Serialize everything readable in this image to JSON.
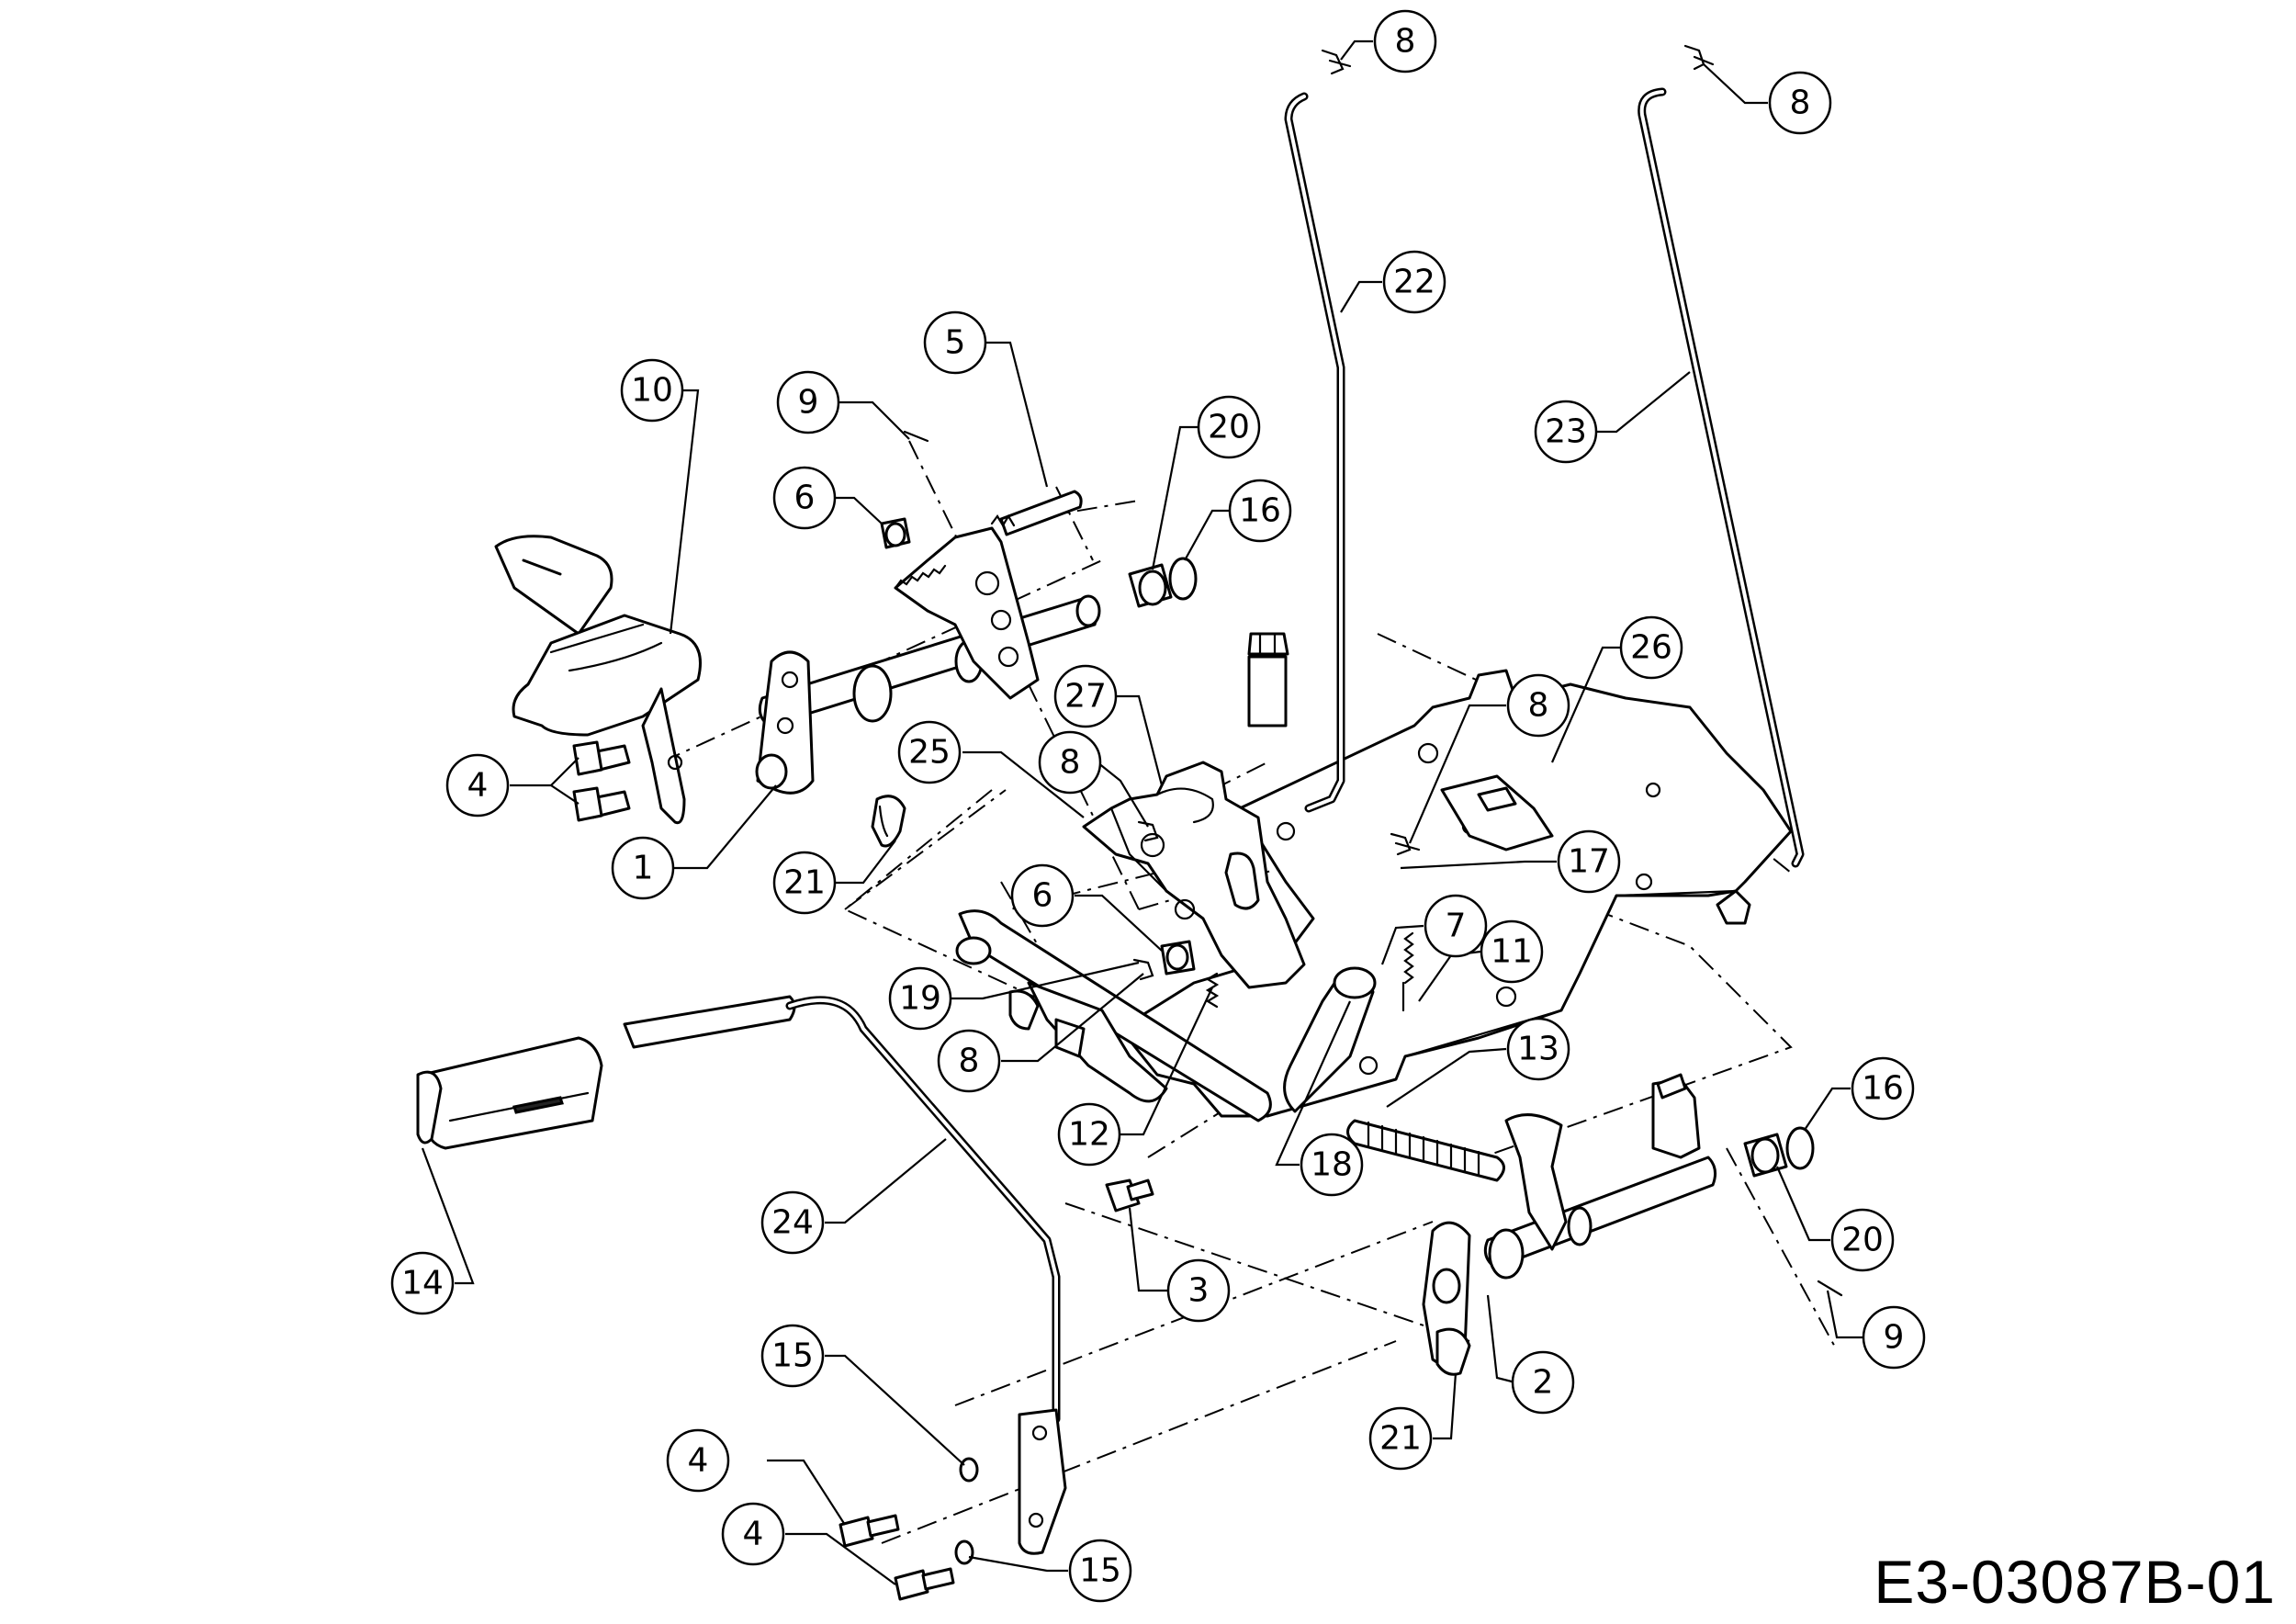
{
  "drawing_code": "E3-03087B-01",
  "callouts": [
    {
      "label": "1"
    },
    {
      "label": "2"
    },
    {
      "label": "3"
    },
    {
      "label": "4"
    },
    {
      "label": "4"
    },
    {
      "label": "4"
    },
    {
      "label": "5"
    },
    {
      "label": "6"
    },
    {
      "label": "6"
    },
    {
      "label": "7"
    },
    {
      "label": "8"
    },
    {
      "label": "8"
    },
    {
      "label": "8"
    },
    {
      "label": "8"
    },
    {
      "label": "8"
    },
    {
      "label": "9"
    },
    {
      "label": "9"
    },
    {
      "label": "10"
    },
    {
      "label": "11"
    },
    {
      "label": "12"
    },
    {
      "label": "13"
    },
    {
      "label": "14"
    },
    {
      "label": "15"
    },
    {
      "label": "15"
    },
    {
      "label": "16"
    },
    {
      "label": "16"
    },
    {
      "label": "17"
    },
    {
      "label": "18"
    },
    {
      "label": "19"
    },
    {
      "label": "20"
    },
    {
      "label": "20"
    },
    {
      "label": "21"
    },
    {
      "label": "21"
    },
    {
      "label": "22"
    },
    {
      "label": "23"
    },
    {
      "label": "24"
    },
    {
      "label": "25"
    },
    {
      "label": "26"
    },
    {
      "label": "27"
    }
  ]
}
